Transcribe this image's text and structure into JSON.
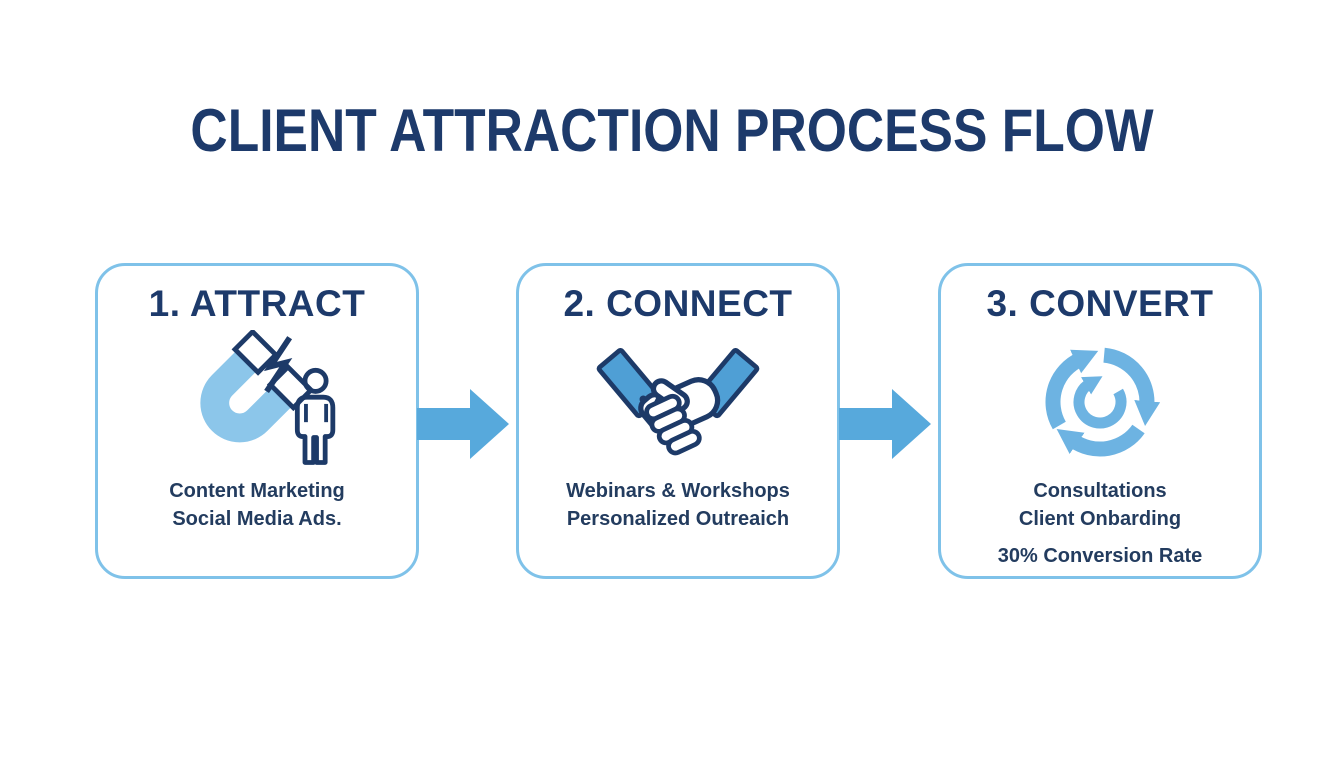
{
  "palette": {
    "background": "#ffffff",
    "navy": "#1d3a6b",
    "text_navy": "#233c5f",
    "box_border": "#7fc2e9",
    "arrow_blue": "#57a9dc",
    "magnet_blue": "#8cc6ea",
    "cuff_blue": "#4f9fd5",
    "cycle_blue": "#6db3e2",
    "icon_navy": "#1d3a68"
  },
  "title": {
    "text": "CLIENT ATTRACTION PROCESS FLOW"
  },
  "steps": [
    {
      "heading": "1. ATTRACT",
      "icon": "magnet-attracting-person-icon",
      "lines": [
        "Content Marketing",
        "Social Media Ads."
      ]
    },
    {
      "heading": "2. CONNECT",
      "icon": "handshake-icon",
      "lines": [
        "Webinars & Workshops",
        "Personalized Outreaich"
      ]
    },
    {
      "heading": "3. CONVERT",
      "icon": "cycle-arrows-icon",
      "lines": [
        "Consultations",
        "Client Onbarding"
      ],
      "highlight": "30% Conversion Rate"
    }
  ],
  "connectors": [
    {
      "type": "arrow-right"
    },
    {
      "type": "arrow-right"
    }
  ]
}
